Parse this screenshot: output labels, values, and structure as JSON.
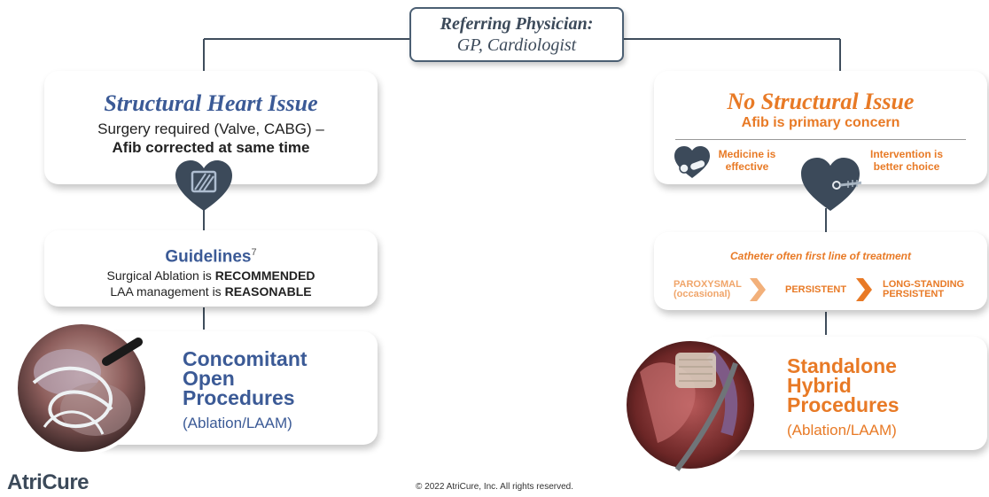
{
  "header": {
    "title": "Referring Physician:",
    "subtitle": "GP, Cardiologist"
  },
  "left": {
    "title": "Structural Heart Issue",
    "line1": "Surgery required (Valve, CABG) –",
    "line2": "Afib corrected at same time",
    "guidelines": {
      "title": "Guidelines",
      "ref": "7",
      "line1_pre": "Surgical Ablation is ",
      "line1_bold": "RECOMMENDED",
      "line2_pre": "LAA management is ",
      "line2_bold": "REASONABLE"
    },
    "procedure": {
      "line1": "Concomitant",
      "line2": "Open",
      "line3": "Procedures",
      "sub": "(Ablation/LAAM)"
    }
  },
  "right": {
    "title": "No Structural Issue",
    "subtitle": "Afib is primary concern",
    "medicine": [
      "Medicine is",
      "effective"
    ],
    "intervention": [
      "Intervention is",
      "better choice"
    ],
    "catheter_title": "Catheter often first line of treatment",
    "stages": {
      "s1_line1": "PAROXYSMAL",
      "s1_line2": "(occasional)",
      "s2": "PERSISTENT",
      "s3_line1": "LONG-STANDING",
      "s3_line2": "PERSISTENT"
    },
    "procedure": {
      "line1": "Standalone",
      "line2": "Hybrid",
      "line3": "Procedures",
      "sub": "(Ablation/LAAM)"
    }
  },
  "footer": {
    "copyright": "© 2022 AtriCure, Inc. All rights reserved.",
    "logo": "AtriCure"
  },
  "colors": {
    "blue": "#3b5a96",
    "orange": "#e87a26",
    "dark": "#3c4a5a",
    "line": "#3f4d5c"
  }
}
